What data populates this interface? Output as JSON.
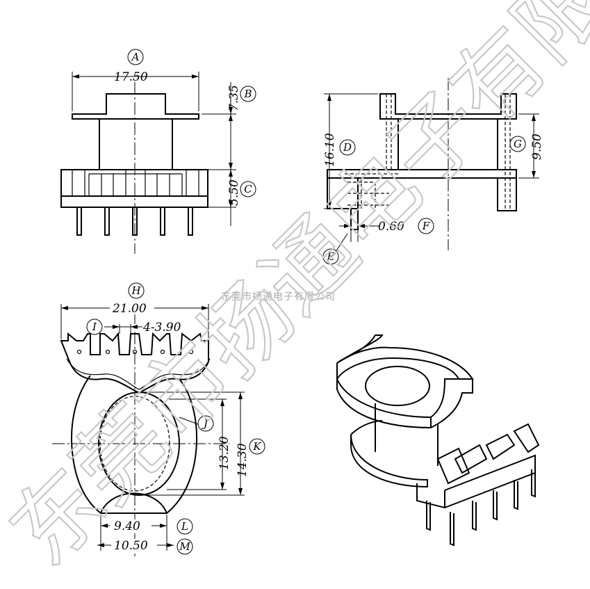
{
  "watermark": {
    "large_text": "东莞市扬通电子有限公司",
    "small_text": "东莞市扬通电子有限公司"
  },
  "labels": {
    "A": "A",
    "B": "B",
    "C": "C",
    "D": "D",
    "E": "E",
    "F": "F",
    "G": "G",
    "H": "H",
    "I": "I",
    "J": "J",
    "K": "K",
    "L": "L",
    "M": "M"
  },
  "dimensions": {
    "A": "17.50",
    "B": "7.35",
    "C": "5.50",
    "D": "16.10",
    "F": "0.60",
    "G": "9.50",
    "H": "21.00",
    "I": "4-3.90",
    "J": "13.20",
    "K": "14.30",
    "L": "9.40",
    "M": "10.50"
  },
  "colors": {
    "line": "#000000",
    "watermark": "#c8c8c8",
    "background": "#ffffff"
  }
}
